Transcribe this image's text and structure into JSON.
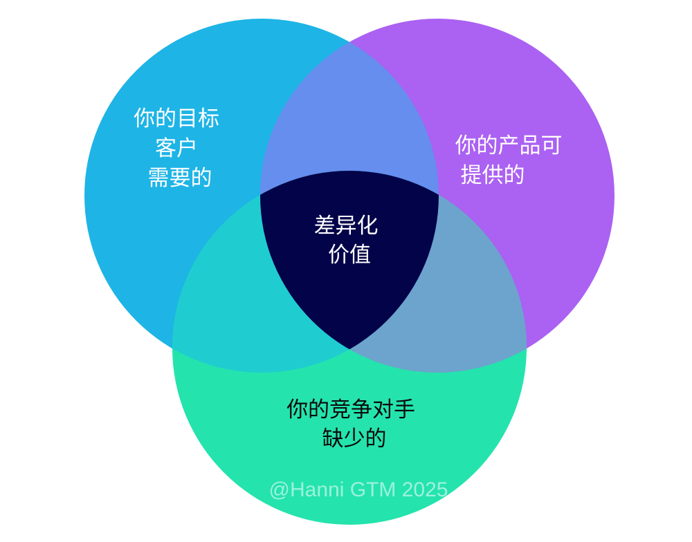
{
  "diagram": {
    "circles": {
      "customer": {
        "lines": [
          "你的目标",
          "客户",
          "需要的"
        ],
        "color": "#1EB4E6"
      },
      "product": {
        "lines": [
          "你的产品可",
          "提供的"
        ],
        "color": "#AB61F2"
      },
      "competitor": {
        "lines": [
          "你的竞争对手",
          "缺少的"
        ],
        "color": "#25E3AD"
      }
    },
    "overlaps": {
      "customer_product": "#658EEE",
      "customer_competitor": "#1FCDD0",
      "product_competitor": "#6CA4CD"
    },
    "center": {
      "lines": [
        "差异化",
        "价值"
      ],
      "color": "#03034A"
    },
    "watermark": "@Hanni GTM 2025"
  }
}
